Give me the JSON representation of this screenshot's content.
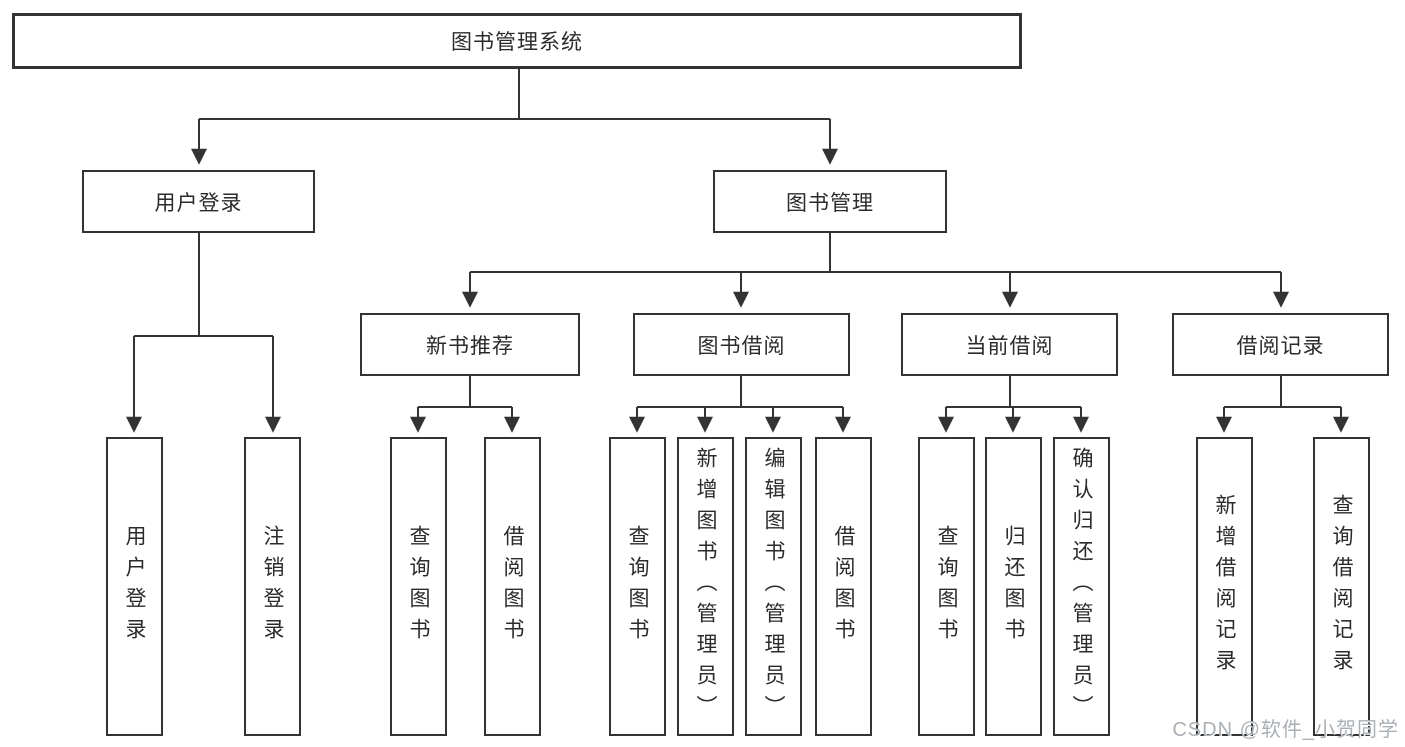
{
  "diagram": {
    "root": {
      "label": "图书管理系统"
    },
    "level2": [
      {
        "label": "用户登录"
      },
      {
        "label": "图书管理"
      }
    ],
    "level3": [
      {
        "label": "新书推荐"
      },
      {
        "label": "图书借阅"
      },
      {
        "label": "当前借阅"
      },
      {
        "label": "借阅记录"
      }
    ],
    "leaves": {
      "user_login": [
        {
          "label": "用户登录"
        },
        {
          "label": "注销登录"
        }
      ],
      "new_books": [
        {
          "label": "查询图书"
        },
        {
          "label": "借阅图书"
        }
      ],
      "borrow": [
        {
          "label": "查询图书"
        },
        {
          "label": "新增图书（管理员）"
        },
        {
          "label": "编辑图书（管理员）"
        },
        {
          "label": "借阅图书"
        }
      ],
      "current": [
        {
          "label": "查询图书"
        },
        {
          "label": "归还图书"
        },
        {
          "label": "确认归还（管理员）"
        }
      ],
      "history": [
        {
          "label": "新增借阅记录"
        },
        {
          "label": "查询借阅记录"
        }
      ]
    }
  },
  "watermark": {
    "text": "CSDN @软件_小贺同学"
  },
  "colors": {
    "line": "#333333",
    "text": "#2b2b2b",
    "bg": "#ffffff",
    "watermark": "#aab0b5"
  }
}
